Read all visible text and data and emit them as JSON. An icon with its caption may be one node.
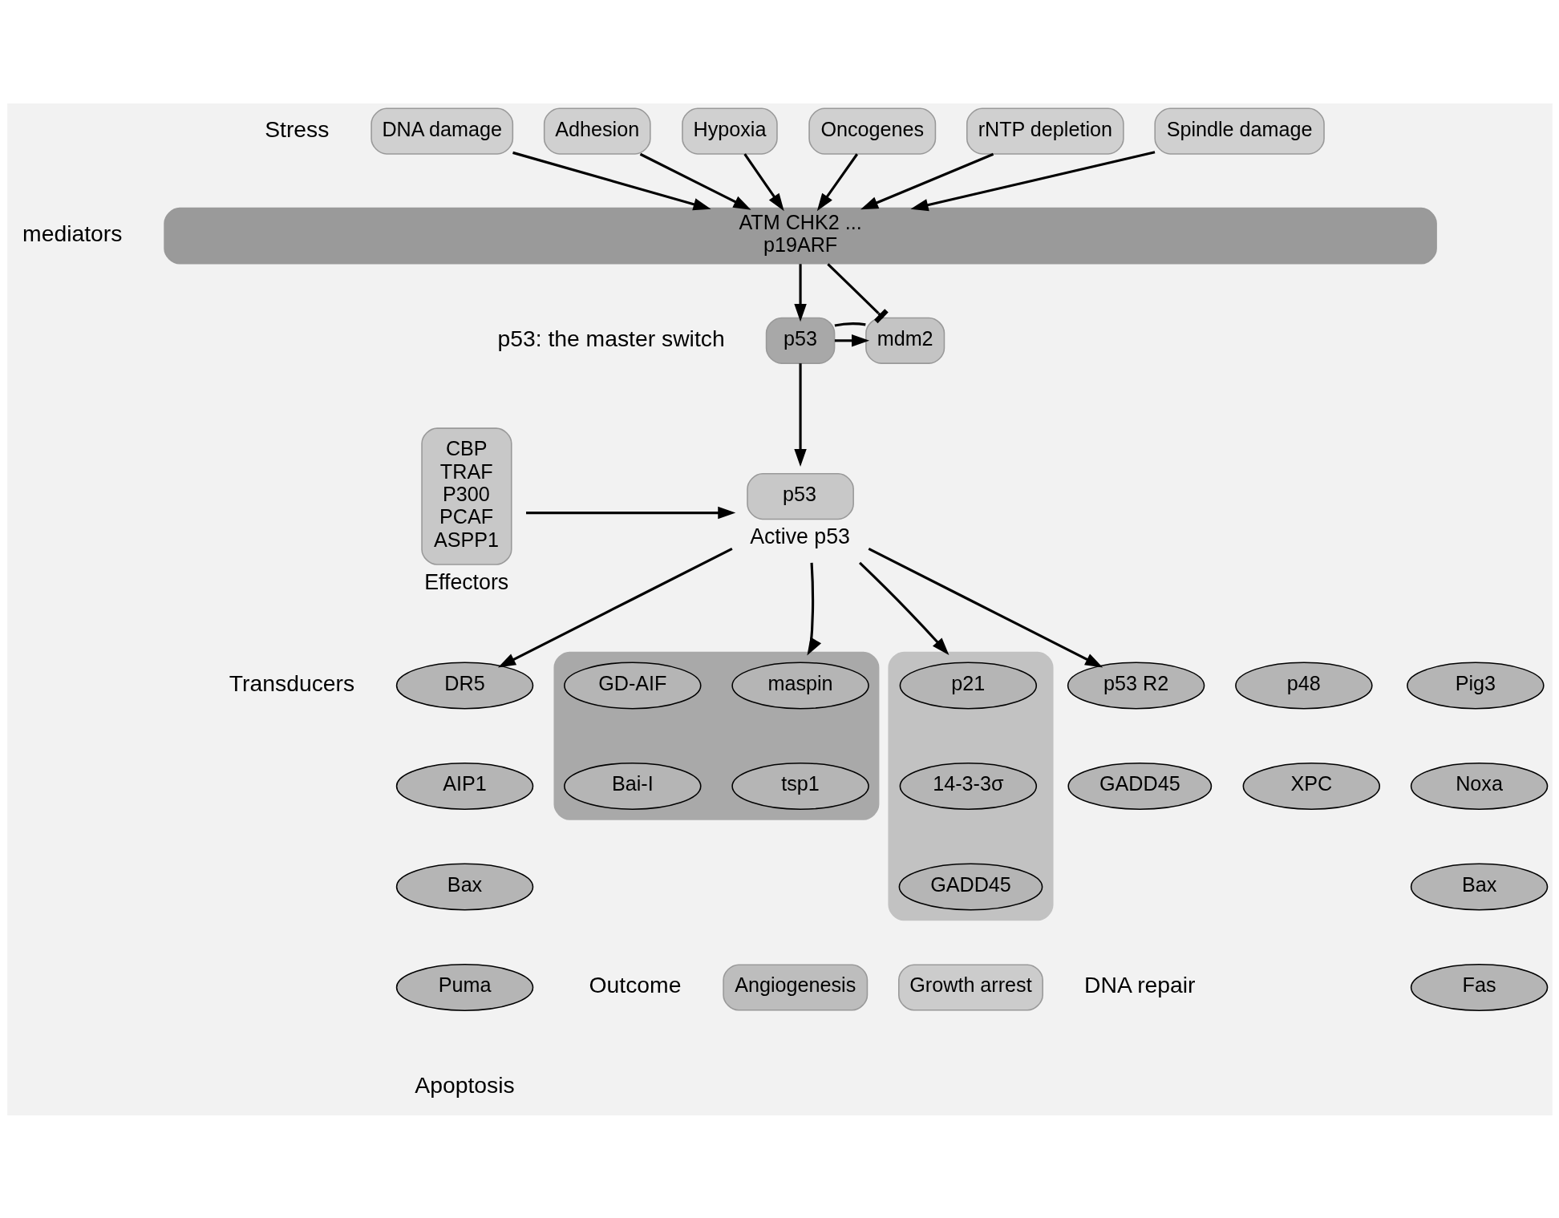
{
  "diagram": {
    "nodes": [
      {
        "text": [
          "DNA damage"
        ]
      },
      {
        "text": [
          "Adhesion"
        ]
      },
      {
        "text": [
          "Hypoxia"
        ]
      },
      {
        "text": [
          "Oncogenes"
        ]
      },
      {
        "text": [
          "rNTP depletion"
        ]
      },
      {
        "text": [
          "Spindle damage"
        ]
      },
      {
        "text": [
          "ATM CHK2 ...",
          "p19ARF"
        ]
      },
      {
        "text": [
          "p53"
        ]
      },
      {
        "text": [
          "mdm2"
        ]
      },
      {
        "text": [
          "CBP",
          "TRAF",
          "P300",
          "PCAF",
          "ASPP1"
        ],
        "beside": [
          "Effectors"
        ]
      },
      {
        "text": [
          "p53"
        ],
        "beside": [
          "Active p53"
        ]
      },
      {
        "text": [],
        "shape": "box"
      },
      {
        "text": [
          "maspin"
        ],
        "in": 11
      },
      {
        "text": [
          "GD-AIF"
        ],
        "in": 11
      },
      {
        "text": [
          "tsp1"
        ],
        "in": 11
      },
      {
        "text": [
          "Bai-I"
        ],
        "in": 11
      },
      {
        "text": [],
        "shape": "box"
      },
      {
        "text": [
          "p21"
        ],
        "in": 16
      },
      {
        "text": [
          "14-3-3σ"
        ],
        "in": 16
      },
      {
        "text": [
          "GADD45"
        ],
        "in": 16
      },
      {
        "text": [
          "p53 R2"
        ]
      },
      {
        "text": [
          "p48"
        ]
      },
      {
        "text": [
          "GADD45"
        ]
      },
      {
        "text": [
          "XPC"
        ]
      },
      {
        "text": [
          "DR5"
        ]
      },
      {
        "text": [
          "Pig3"
        ]
      },
      {
        "text": [
          "AIP1"
        ]
      },
      {
        "text": [
          "Noxa"
        ]
      },
      {
        "text": [
          "Bax"
        ]
      },
      {
        "text": [
          "Bax"
        ]
      },
      {
        "text": [
          "Puma"
        ]
      },
      {
        "text": [
          "Fas"
        ]
      },
      {
        "text": [
          "Angiogenesis"
        ]
      },
      {
        "text": [
          "Growth arrest"
        ]
      }
    ],
    "edges": [
      {
        "from": 0,
        "to": 6,
        "arrow": "to"
      },
      {
        "from": 1,
        "to": 6,
        "arrow": "to"
      },
      {
        "from": 2,
        "to": 6,
        "arrow": "to"
      },
      {
        "from": 3,
        "to": 6,
        "arrow": "to"
      },
      {
        "from": 4,
        "to": 6,
        "arrow": "to"
      },
      {
        "from": 5,
        "to": 6,
        "arrow": "to"
      },
      {
        "from": 6,
        "to": 7,
        "arrow": "to"
      },
      {
        "from": 6,
        "to": 8,
        "arrow": "other"
      },
      {
        "from": 7,
        "to": 8,
        "arrow": "to"
      },
      {
        "from": 8,
        "to": 7,
        "arrow": "none"
      },
      {
        "from": 7,
        "to": 10,
        "arrow": "to"
      },
      {
        "from": 9,
        "to": 10,
        "arrow": "to"
      },
      {
        "from": 10,
        "to": 11,
        "arrow": "to"
      },
      {
        "from": 10,
        "to": 16,
        "arrow": "to"
      },
      {
        "from": 10,
        "to": 20,
        "arrow": "to"
      },
      {
        "from": 10,
        "to": 24,
        "arrow": "to"
      }
    ],
    "labels": [
      "Stress",
      "mediators",
      "p53: the master switch",
      "Transducers",
      "Outcome",
      "DNA repair",
      "Apoptosis"
    ]
  }
}
